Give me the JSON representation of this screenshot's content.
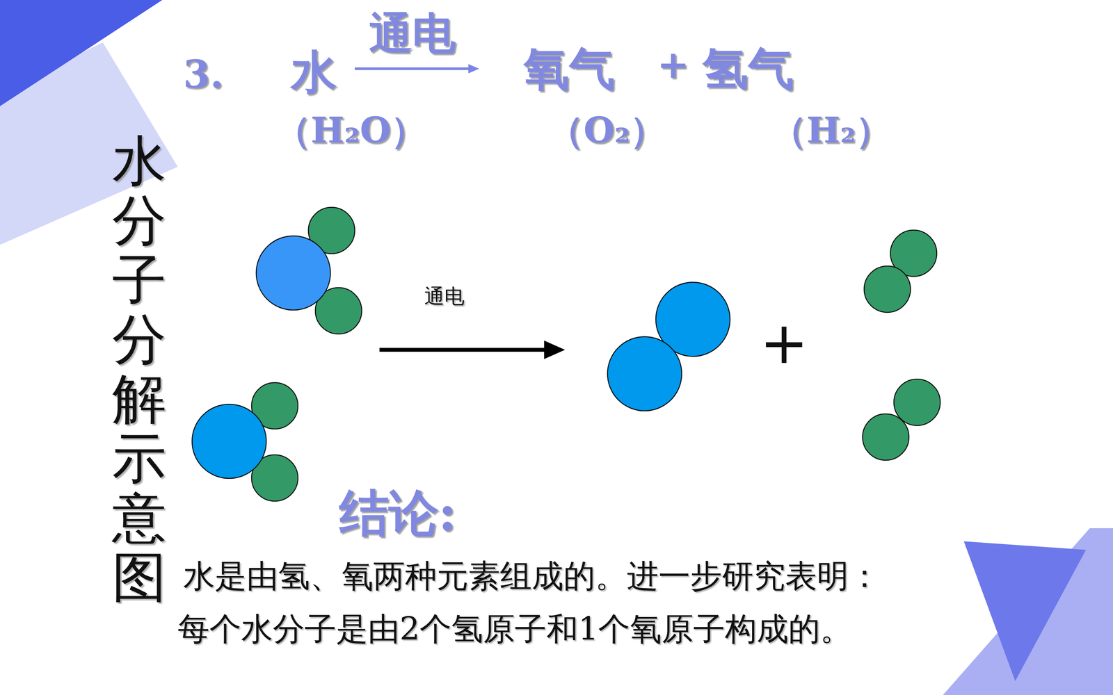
{
  "diagram": {
    "title": "水分子分解示意图",
    "labels": [
      "3.",
      "水",
      "通电",
      "氧气",
      "+",
      "氢气",
      "（H₂O）",
      "（O₂）",
      "（H₂）",
      "通电",
      "+",
      "结论:",
      "水是由氢、氧两种元素组成的。进一步研究表明：",
      "每个水分子是由2个氢原子和1个氧原子构成的。"
    ]
  }
}
